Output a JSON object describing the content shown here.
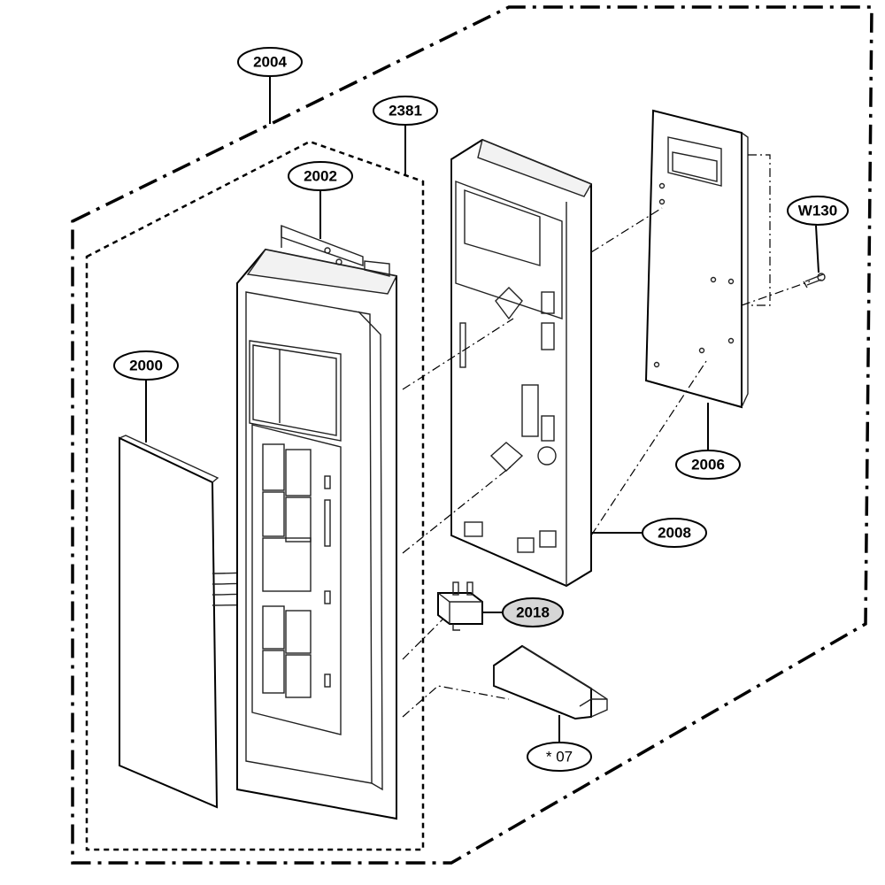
{
  "callouts": {
    "c2004": "2004",
    "c2381": "2381",
    "c2002": "2002",
    "c2000": "2000",
    "cW130": "W130",
    "c2006": "2006",
    "c2008": "2008",
    "c2018": "2018",
    "c07": "* 07"
  }
}
